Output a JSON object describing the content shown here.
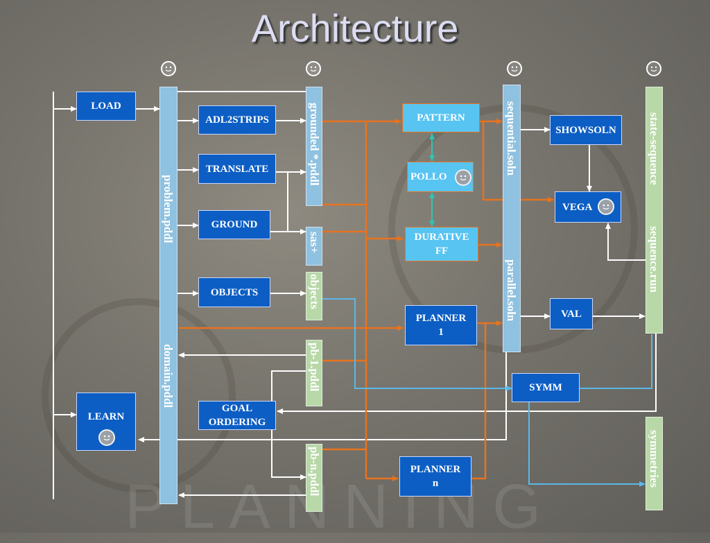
{
  "title": "Architecture",
  "boxes": {
    "load": "LOAD",
    "adl2strips": "ADL2STRIPS",
    "translate": "TRANSLATE",
    "ground": "GROUND",
    "objects": "OBJECTS",
    "goal_ordering_1": "GOAL",
    "goal_ordering_2": "ORDERING",
    "learn": "LEARN",
    "pattern": "PATTERN",
    "pollo": "POLLO",
    "durative_1": "DURATIVE",
    "durative_2": "FF",
    "planner1_1": "PLANNER",
    "planner1_2": "1",
    "plannern_1": "PLANNER",
    "plannern_2": "n",
    "showsoln": "SHOWSOLN",
    "vega": "VEGA",
    "val": "VAL",
    "symm": "SYMM"
  },
  "bars": {
    "problem": "problem.pddl",
    "domain": "domain.pddl",
    "grounded": "grounded *.pddl",
    "sas": "sas+",
    "objects": "objects",
    "pb1": "pb-1.pddl",
    "pbn": "pb-n.pddl",
    "sequential": "sequential.soln",
    "parallel": "parallel.soln",
    "state_sequence": "state-sequence",
    "sequence_run": "sequence.run",
    "symmetries": "symmetries"
  },
  "background_text": "PLANNING",
  "colors": {
    "box_dark": "#0c5ec4",
    "box_light": "#57c4f2",
    "bar_blue": "#8fc1e0",
    "bar_green": "#b8d8a8",
    "arrow_orange": "#e8731e",
    "arrow_white": "#ffffff",
    "arrow_cyan": "#5ab8e8",
    "arrow_teal": "#2ec4b6"
  },
  "icons": [
    "smiley-icon"
  ]
}
